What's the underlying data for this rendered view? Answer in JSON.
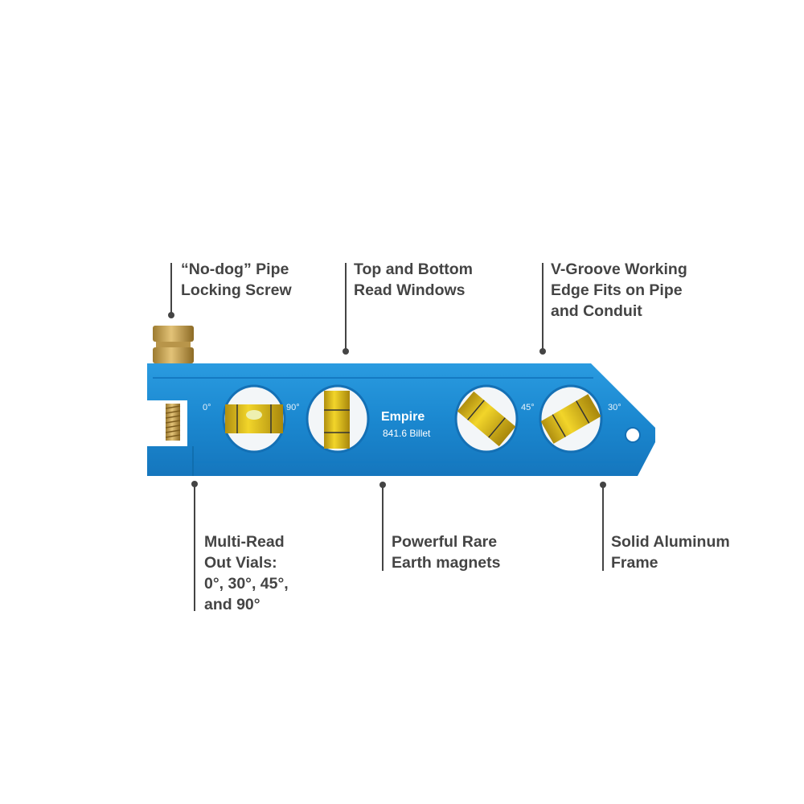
{
  "product": {
    "brand": "Empire",
    "model": "841.6 Billet",
    "vial_marks": [
      "0°",
      "90°",
      "45°",
      "30°"
    ],
    "body_color": "#1e8fd6",
    "vial_color": "#e6c31a",
    "brass_color": "#c9a24a"
  },
  "callouts": [
    {
      "lines": [
        "“No-dog” Pipe",
        "Locking Screw"
      ]
    },
    {
      "lines": [
        "Top and Bottom",
        "Read Windows"
      ]
    },
    {
      "lines": [
        "V-Groove Working",
        "Edge Fits on Pipe",
        "and Conduit"
      ]
    },
    {
      "lines": [
        "Multi-Read",
        "Out Vials:",
        "0°, 30°, 45°,",
        "and 90°"
      ]
    },
    {
      "lines": [
        "Powerful Rare",
        "Earth magnets"
      ]
    },
    {
      "lines": [
        "Solid Aluminum",
        "Frame"
      ]
    }
  ]
}
